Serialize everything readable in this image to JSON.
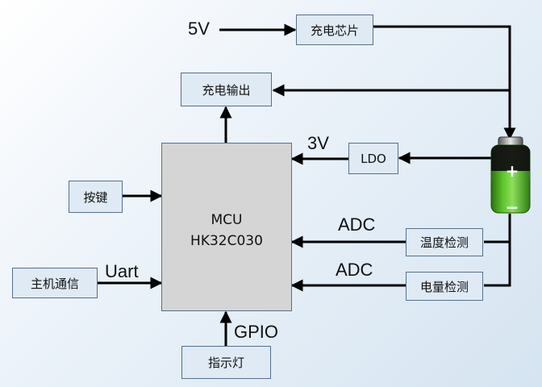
{
  "diagram": {
    "mcu": {
      "line1": "MCU",
      "line2": "HK32C030"
    },
    "blocks": {
      "charger": "充电芯片",
      "charge_output": "充电输出",
      "ldo": "LDO",
      "button": "按键",
      "host_comm": "主机通信",
      "temp_detect": "温度检测",
      "level_detect": "电量检测",
      "indicator": "指示灯"
    },
    "signals": {
      "supply_5v": "5V",
      "supply_3v": "3V",
      "adc_temp": "ADC",
      "adc_level": "ADC",
      "uart": "Uart",
      "gpio": "GPIO"
    },
    "battery": {
      "plus": "+",
      "minus": "−",
      "icon": "battery-icon"
    },
    "colors": {
      "block_fill": "#dfeaf4",
      "mcu_fill": "#d5d5d5",
      "border": "#55718c",
      "arrow": "#000000",
      "battery_green": "#3aa818"
    }
  }
}
